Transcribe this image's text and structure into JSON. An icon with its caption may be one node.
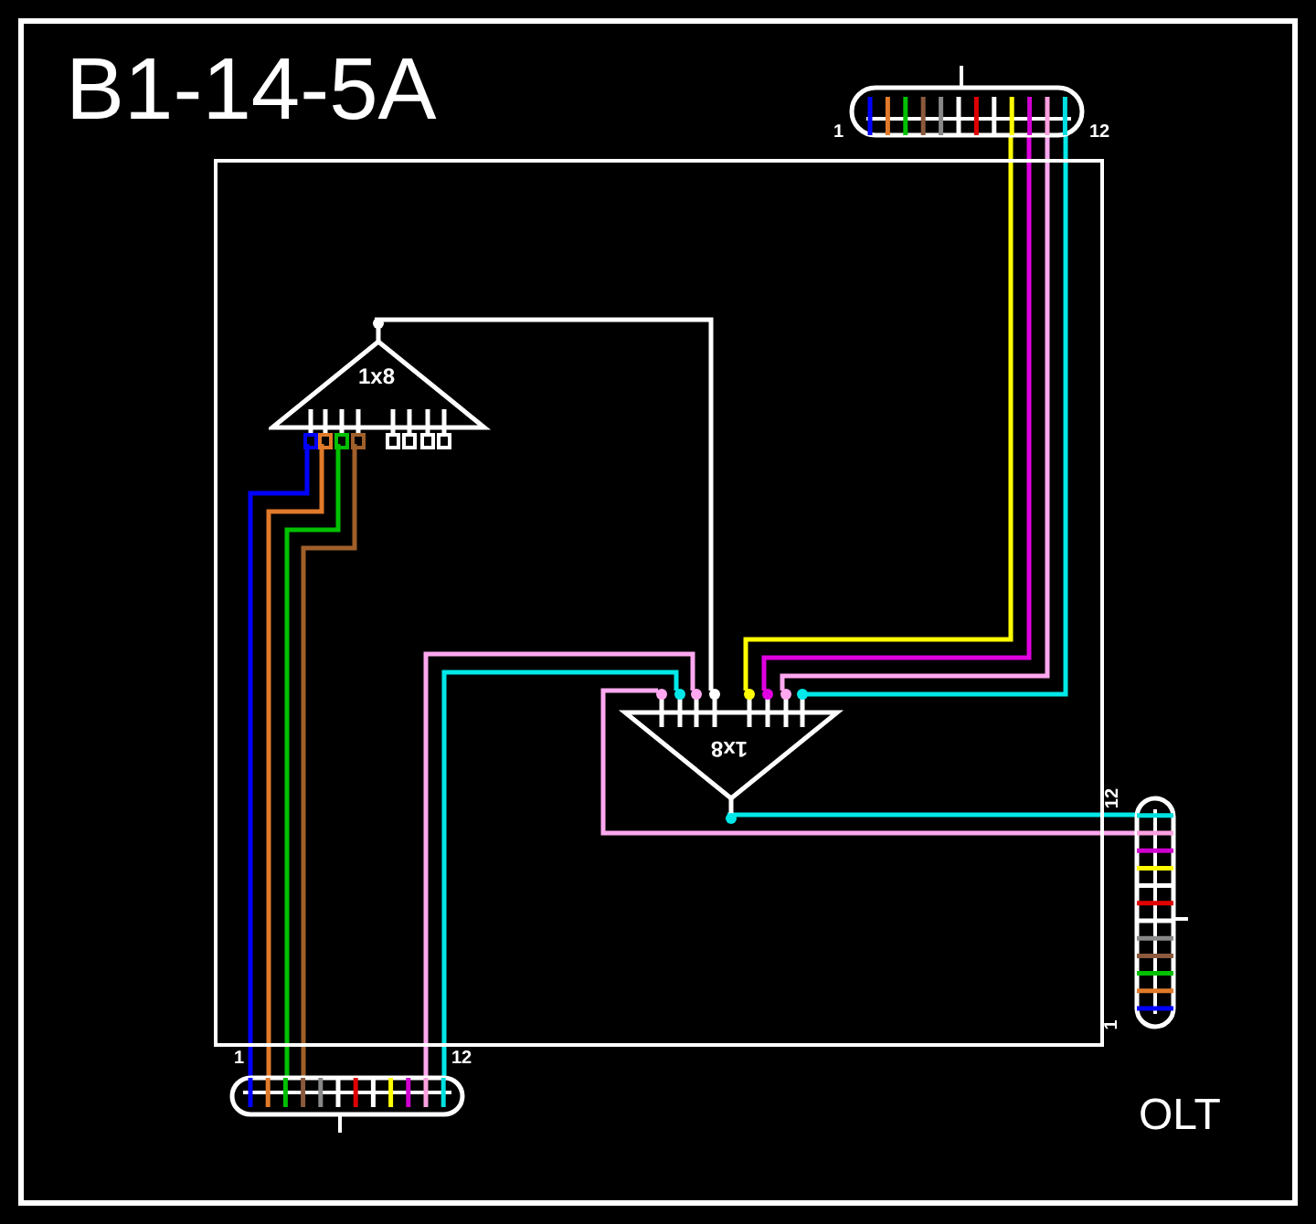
{
  "diagram": {
    "title": "B1-14-5A",
    "nodes": [
      {
        "text": [],
        "shape": "box"
      },
      {
        "text": [],
        "shape": "bar",
        "beside": [
          "1",
          "12"
        ]
      },
      {
        "text": [
          "1x8"
        ],
        "in": 0
      },
      {
        "text": [
          "1x8"
        ],
        "in": 0
      },
      {
        "text": [],
        "shape": "bar",
        "beside": [
          "12",
          "1"
        ]
      },
      {
        "text": [],
        "shape": "bar",
        "beside": [
          "1",
          "12"
        ]
      }
    ],
    "edges": [
      {
        "from": 3,
        "to": 2,
        "arrow": "none",
        "color": "#ffffff"
      },
      {
        "from": 2,
        "to": 5,
        "arrow": "none",
        "color": "#0000ff"
      },
      {
        "from": 2,
        "to": 5,
        "arrow": "none",
        "color": "#e07a2a"
      },
      {
        "from": 2,
        "to": 5,
        "arrow": "none",
        "color": "#00c000"
      },
      {
        "from": 2,
        "to": 5,
        "arrow": "none",
        "color": "#a0602a"
      },
      {
        "from": 1,
        "to": 3,
        "arrow": "none",
        "color": "#ffff00"
      },
      {
        "from": 1,
        "to": 3,
        "arrow": "none",
        "color": "#e000e0"
      },
      {
        "from": 1,
        "to": 3,
        "arrow": "none",
        "color": "#ffa8f0"
      },
      {
        "from": 1,
        "to": 3,
        "arrow": "none",
        "color": "#00e8e8"
      },
      {
        "from": 3,
        "to": 4,
        "arrow": "none",
        "color": "#ffa8f0"
      },
      {
        "from": 3,
        "to": 5,
        "arrow": "none",
        "color": "#00e8e8"
      },
      {
        "from": 3,
        "to": 5,
        "arrow": "none",
        "color": "#ffa8f0"
      },
      {
        "from": 3,
        "to": 4,
        "arrow": "none",
        "color": "#00e8e8"
      }
    ],
    "labels": [
      "OLT"
    ]
  }
}
